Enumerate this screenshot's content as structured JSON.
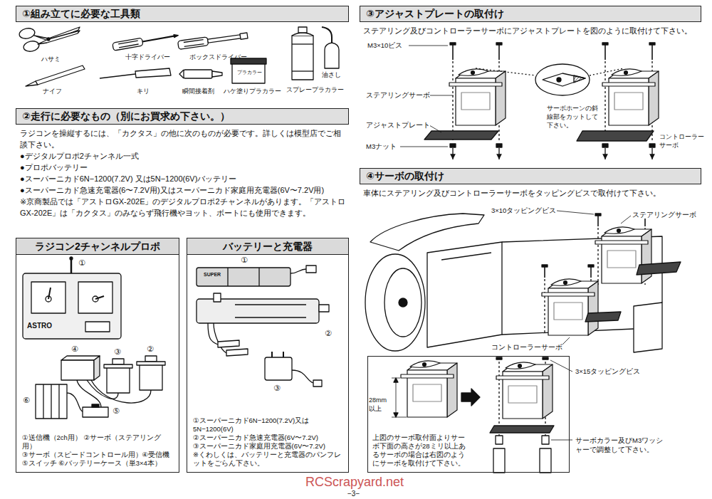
{
  "diagram": {
    "nodes": [
      {
        "text": [
          "①組み立てに必要な工具類"
        ]
      },
      {
        "text": [
          "②走行に必要なもの（別にお買求め下さい。）"
        ]
      },
      {
        "text": [
          "ラジコン2チャンネルプロポ",
          "①送信機（2ch用） ②サーボ（ステアリング用）",
          "③サーボ（スピードコントロール用）④受信機",
          "⑤スイッチ ⑥バッテリーケース（単3×4本）"
        ]
      },
      {
        "text": [
          "バッテリーと充電器",
          "①スーパーニカド6N−1200(7.2V)又は5N−1200(6V)",
          "②スーパーニカド急速充電器(6V〜7.2V)",
          "③スーパーニカド家庭用充電器(6V〜7.2V)",
          "※くわしくは、バッテリーと充電器のパンフレットをごらん下さい。"
        ]
      },
      {
        "text": [
          "③アジャストプレートの取付け"
        ]
      },
      {
        "text": [
          "④サーボの取付け"
        ]
      },
      {
        "text": [
          "上図のサーボ取付面よりサーボ下面の高さが28ミリ以上あるサーボの場合は右図のようにサーボを取付けて下さい。"
        ]
      }
    ],
    "labels": [
      "ハサミ",
      "十字ドライバー",
      "ボックスドライバー",
      "スプレープラカラー",
      "油さし",
      "ナイフ",
      "キリ",
      "瞬間接着剤",
      "ハケ塗りプラカラー",
      "プラカラー",
      "ラジコンを操縦するには、「カクタス」の他に次のものが必要です。詳しくは模型店でご相談下さい。",
      "●デジタルプロポ2チャンネル一式",
      "●プロポバッテリー",
      "●スーパーニカド6N−1200(7.2V) 又は5N−1200(6V)バッテリー",
      "●スーパーニカド急速充電器(6〜7.2V用)又はスーパーニカド家庭用充電器(6V〜7.2V用)",
      "※京商製品では「アストロGX-202E」のデジタルプロポ2チャンネルがあります。「アストロGX-202E」は「カクタス」のみならず飛行機やヨット、ボートにも使用できます。",
      "①",
      "②",
      "③",
      "④",
      "⑤",
      "⑥",
      "ASTRO",
      "①",
      "②",
      "③",
      "SUPER",
      "ステアリング及びコントローラーサーボにアジャストプレートを図のように取付けて下さい。",
      "M3×10ビス",
      "ステアリングサーボ",
      "アジャストプレート",
      "M3ナット",
      "サーボホーンの斜線部をカットして下さい。",
      "コントローラーサーボ",
      "車体にステアリング及びコントローラーサーボをタッピングビスで取付けて下さい。",
      "3×10タッピングビス",
      "ステアリングサーボ",
      "コントローラーサーボ",
      "28mm以上",
      "3×15タッピングビス",
      "サーボカラー及びM3ワッシャーで調整して下さい。",
      "−3−",
      "RCScrapyard.net"
    ]
  }
}
